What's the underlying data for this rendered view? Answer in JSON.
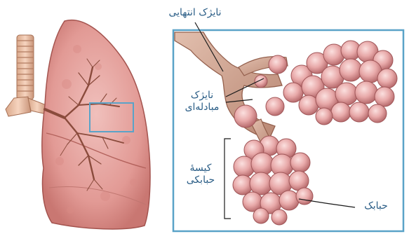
{
  "labels": {
    "terminal_bronchiole": "نایژک انتهایی",
    "respiratory_bronchiole_line1": "نایژک",
    "respiratory_bronchiole_line2": "مبادله‌ای",
    "alveolar_sac_line1": "کیسهٔ",
    "alveolar_sac_line2": "حبابکی",
    "alveolus": "حبابک"
  },
  "colors": {
    "label_text": "#2a5d86",
    "frame": "#5aa3c8",
    "lung_tissue": "#e6a4a0",
    "lung_outline": "#a4544f",
    "alveolus_fill": "#e8a9a9",
    "bronchiole": "#cc9f8b",
    "trachea": "#efc2a9",
    "background": "#ffffff"
  }
}
